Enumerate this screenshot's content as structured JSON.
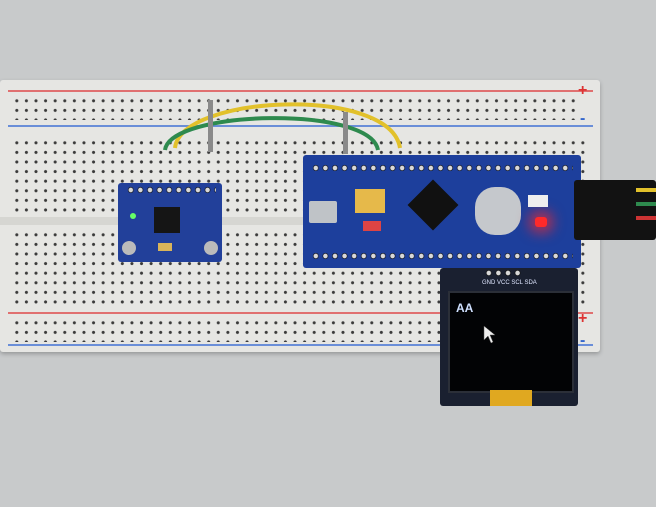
{
  "breadboard": {
    "rail_plus": "+",
    "rail_minus": "-"
  },
  "oled": {
    "pin_labels": "GND VCC SCL SDA",
    "display_text": "AA",
    "cursor": "mouse-pointer"
  },
  "colors": {
    "board_blue": "#1d3f9c",
    "wire_yellow": "#e2c12b",
    "wire_green": "#2e8a4e",
    "led_red": "#ff2a2a"
  }
}
